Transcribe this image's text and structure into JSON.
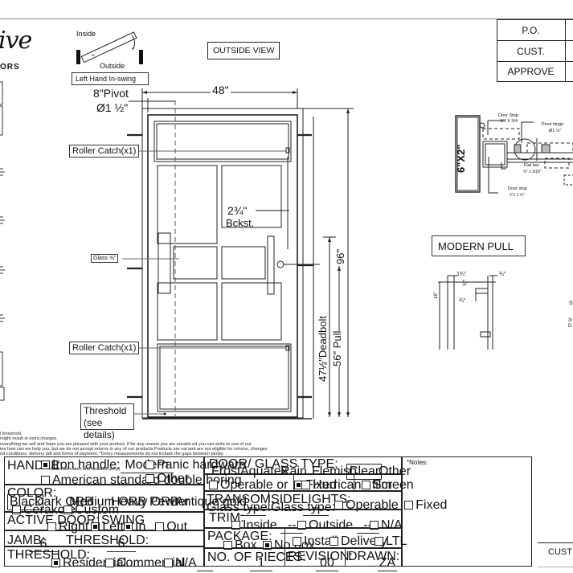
{
  "brand": {
    "logo_script": "ive",
    "logo_sub": "ORS"
  },
  "swing_diagram": {
    "inside_label": "Inside",
    "outside_label": "Outside",
    "swing_type": "Left Hand In-swing"
  },
  "view_title": "OUTSIDE VIEW",
  "approval_table": {
    "rows": [
      {
        "label": "P.O.",
        "value": ""
      },
      {
        "label": "CUST.",
        "value": ""
      },
      {
        "label": "APPROVE",
        "value": ""
      }
    ]
  },
  "door_drawing": {
    "width_dim": "48\"",
    "height_dim": "96\"",
    "pivot_label": "8\"Pivot",
    "pivot_diameter": "Ø1 ½\"",
    "roller_catch_top": "Roller Catch(x1)",
    "roller_catch_bottom": "Roller Catch(x1)",
    "glass_label": "Glass ⅝\"",
    "backset_value": "2¾\"",
    "backset_label": "Bckst.",
    "deadbolt_dim": "47½\"Deadbolt",
    "pull_dim": "56\" Pull",
    "threshold_label_1": "Threshold",
    "threshold_label_2": "(see details)"
  },
  "section_detail": {
    "frame_size": "6\"X2\"",
    "door_stop_top_1": "Door Stop",
    "door_stop_top_2": "3/4 X 3/4",
    "pivot_hinge_1": "Pivot hinge",
    "pivot_hinge_2": "Ø1 ½\"",
    "flat_bar_1": "Flat bar",
    "flat_bar_2": "¾\" x 3/16\"",
    "door_stop_bottom_1": "Door stop",
    "door_stop_bottom_2": "2\"x 1 ½\""
  },
  "modern_pull": {
    "title": "MODERN PULL",
    "dim_width": "1¾\"",
    "dim_depth": "¾\"",
    "dim_post": "¾\"",
    "dim_offset": "¾\"",
    "dim_length": "16\"",
    "partial_s": "S",
    "partial_3": "3/",
    "partial_d": "D"
  },
  "disclaimer": [
    "l threshold.",
    "might result in extra charges.",
    "everything we sell and hope you are pleased with your product, if for any reason you are unsatis    ed you can write to one of our",
    "ine how can we help you, but we do not accept returns in any of our products.Products are     nal and are not eligible for returns, changes",
    "nd conditions, delivery pdf and forms of payment. *Doors measurements do not include the gaps between jambs"
  ],
  "spec_form": {
    "handle": {
      "label": "HANDLE:",
      "iron_handle": "Iron handle:",
      "iron_handle_value": "Modern",
      "iron_handle_note": "(with rollercatch and deadbolt prep)",
      "american": "American standard double boring",
      "panic": "Panic hardware",
      "other": "Other"
    },
    "color": {
      "label": "COLOR:",
      "options": [
        "Black",
        "Dark ORB",
        "Medium ORB",
        "Heavy ORB",
        "Pewter",
        "Antique gold"
      ],
      "selected": "Black",
      "cerakote": "Cerakote",
      "custom": "Custom"
    },
    "active_door": {
      "label": "ACTIVE DOOR:",
      "right": "Right",
      "left": "Left"
    },
    "swing": {
      "label": "SWING",
      "in": "In",
      "out": "Out"
    },
    "jamb": {
      "label": "JAMB:",
      "value": "6"
    },
    "threshold_size": {
      "label": "THRESHOLD:",
      "value": "6"
    },
    "threshold_type": {
      "label": "THRESHOLD:",
      "residential": "Residential",
      "commercial": "Commercial",
      "na": "N/A"
    },
    "glass_type": {
      "label": "DOOR/ GLASS TYPE:",
      "options": [
        "Frost",
        "Aquatex",
        "Rain",
        "Flemish",
        "Clear",
        "Other"
      ],
      "selected": "Clear"
    },
    "operable": "Operable",
    "or": "or",
    "fixed": "Fixed",
    "hurricane": "Hurricane film",
    "screen": "Screen",
    "transom": {
      "label": "TRANSOM:",
      "glass_type": "Glass type:",
      "value": "--"
    },
    "sidelights": {
      "label": "SIDELIGHTS:",
      "glass_type": "Glass type:",
      "value": "--",
      "operable": "Operable",
      "fixed": "Fixed"
    },
    "trim": {
      "label": "TRIM:",
      "inside": "Inside",
      "inside_value": "--",
      "outside": "Outside",
      "outside_value": "--",
      "na": "N/A"
    },
    "package": {
      "label": "PACKAGE:",
      "box": "Box",
      "no_box": "No box",
      "install": "Install",
      "delivery": "Delivery",
      "ltl": "LTL"
    },
    "pieces": {
      "label": "NO. OF PIECES:",
      "value": "1"
    },
    "revision": {
      "label": "REVISION:",
      "value": "00"
    },
    "drawn": {
      "label": "DRAWN:",
      "value": "ZA"
    },
    "notes_label": "*Notes:"
  },
  "customer_sign_label": "CUST"
}
